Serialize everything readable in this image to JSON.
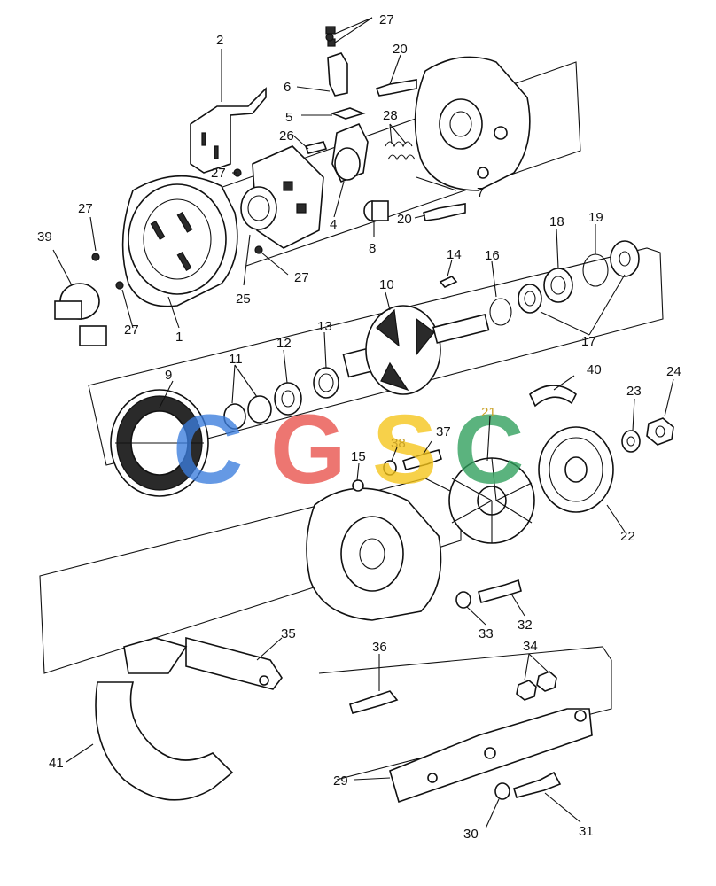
{
  "watermark": {
    "letters": [
      {
        "char": "C",
        "color": "#3b7ddd"
      },
      {
        "char": "G",
        "color": "#e8504a"
      },
      {
        "char": "S",
        "color": "#f5c518"
      },
      {
        "char": "C",
        "color": "#2e9e5b"
      }
    ]
  },
  "callouts": {
    "c1": "1",
    "c2": "2",
    "c4": "4",
    "c5": "5",
    "c6": "6",
    "c7": "7",
    "c8": "8",
    "c9": "9",
    "c10": "10",
    "c11": "11",
    "c12": "12",
    "c13": "13",
    "c14": "14",
    "c15": "15",
    "c16": "16",
    "c17": "17",
    "c18": "18",
    "c19": "19",
    "c20a": "20",
    "c20b": "20",
    "c21": "21",
    "c22": "22",
    "c23": "23",
    "c24": "24",
    "c25": "25",
    "c26": "26",
    "c27a": "27",
    "c27b": "27",
    "c27c": "27",
    "c27d": "27",
    "c27e": "27",
    "c28": "28",
    "c29": "29",
    "c30": "30",
    "c31": "31",
    "c32": "32",
    "c33": "33",
    "c34": "34",
    "c35": "35",
    "c36": "36",
    "c37": "37",
    "c38": "38",
    "c39": "39",
    "c40": "40",
    "c41": "41"
  },
  "colors": {
    "line": "#111111",
    "highlight_callout": "#c9a227"
  }
}
